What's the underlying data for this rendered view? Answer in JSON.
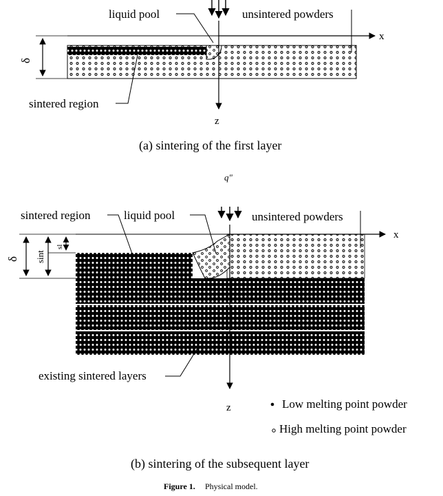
{
  "figure": {
    "caption_label": "Figure 1.",
    "caption_text": "Physical model."
  },
  "panel_a": {
    "caption": "(a) sintering of the first layer",
    "label_liquid_pool": "liquid pool",
    "label_unsintered": "unsintered powders",
    "label_sintered_region": "sintered region",
    "axis_x": "x",
    "axis_z": "z",
    "symbol_delta": "δ"
  },
  "panel_b": {
    "caption": "(b) sintering of the subsequent layer",
    "heat_flux_symbol": "q\"",
    "label_sintered_region": "sintered region",
    "label_liquid_pool": "liquid pool",
    "label_unsintered": "unsintered powders",
    "label_existing_layers": "existing sintered layers",
    "axis_x": "x",
    "axis_z": "z",
    "symbol_delta": "δ",
    "symbol_sint": "sint",
    "symbol_sl": "sl"
  },
  "legend": {
    "low_melting": "Low melting point powder",
    "high_melting": "High melting point powder"
  }
}
